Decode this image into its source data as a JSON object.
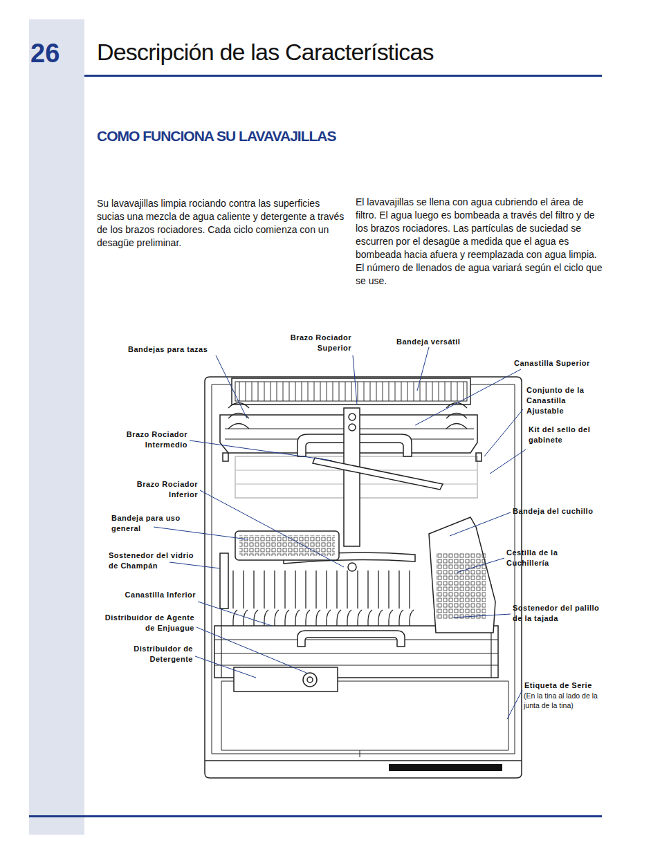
{
  "diagram": {
    "title": "Descripción de las Características",
    "labels": [
      "26",
      "COMO FUNCIONA SU LAVAVAJILLAS",
      "Su lavavajillas limpia rociando contra las superficies sucias una mezcla de agua caliente y detergente a través de los brazos rociadores. Cada ciclo comienza con un desagüe preliminar.",
      "El lavavajillas se llena con agua cubriendo el área de filtro. El agua luego es bombeada a través del filtro y de los brazos rociadores. Las partículas de suciedad se escurren por el desagüe a medida que el agua es bombeada hacia afuera y reemplazada con agua limpia. El número de llenados de agua variará según el ciclo que se use.",
      "Bandejas para tazas",
      "Brazo Rociador Superior",
      "Bandeja versátil",
      "Canastilla Superior",
      "Conjunto de la Canastilla Ajustable",
      "Kit del sello del gabinete",
      "Brazo Rociador Intermedio",
      "Brazo Rociador Inferior",
      "Bandeja para uso general",
      "Sostenedor del vidrio de Champán",
      "Canastilla Inferior",
      "Distribuidor de Agente de Enjuague",
      "Distribuidor de Detergente",
      "Bandeja del cuchillo",
      "Cestilla de la Cuchillería",
      "Sostenedor del palillo de la tajada",
      "Etiqueta de Serie",
      "(En la tina al lado de la junta de la tina)"
    ]
  }
}
